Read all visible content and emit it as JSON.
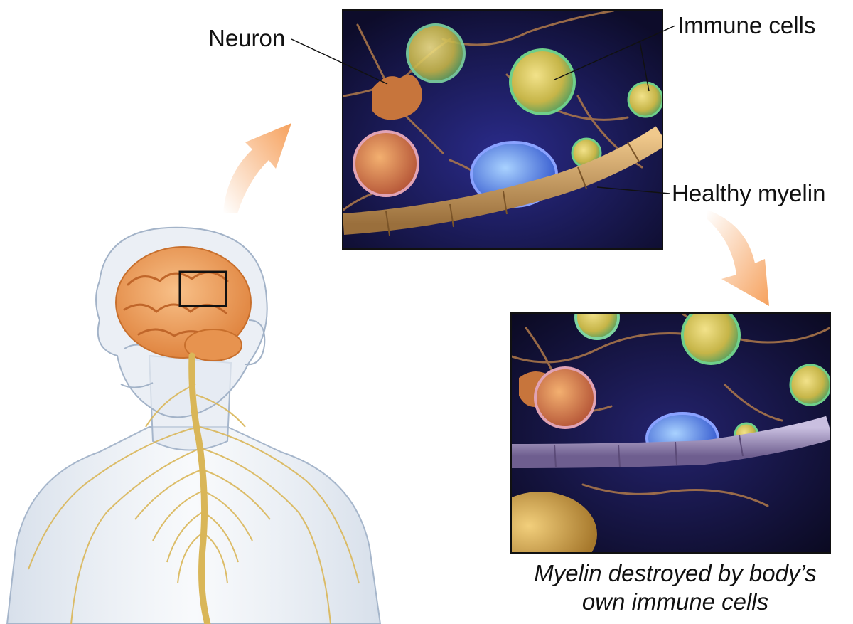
{
  "labels": {
    "neuron": "Neuron",
    "immune_cells": "Immune cells",
    "healthy_myelin": "Healthy myelin"
  },
  "caption": {
    "line1": "Myelin destroyed by body’s",
    "line2": "own immune cells"
  },
  "colors": {
    "arrow": "#f6a15d",
    "brain": "#f1a463",
    "nerves": "#d9b658",
    "body": "#cfd9e6",
    "panel_bg": "#1c1a5e",
    "myelin_healthy": "#d6a869",
    "myelin_damaged": "#9b8fb6",
    "immune_cell": "#a9cf7a"
  },
  "icons": [
    "curved-arrow-icon"
  ]
}
